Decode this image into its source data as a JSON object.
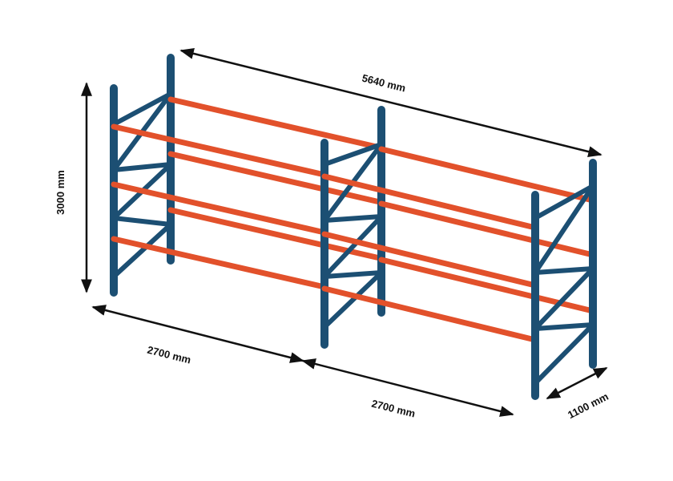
{
  "diagram": {
    "dimensions": {
      "overall_length": "5640 mm",
      "height": "3000 mm",
      "bay_1_length": "2700 mm",
      "bay_2_length": "2700 mm",
      "depth": "1100 mm"
    },
    "parts": {
      "upright_frames": 3,
      "bays": 2,
      "beam_levels_per_bay": 3,
      "beams_per_bay": 6
    },
    "colors": {
      "upright": "#1c4f73",
      "beam": "#e2512b",
      "dimension_line": "#111111",
      "background": "#ffffff"
    }
  }
}
